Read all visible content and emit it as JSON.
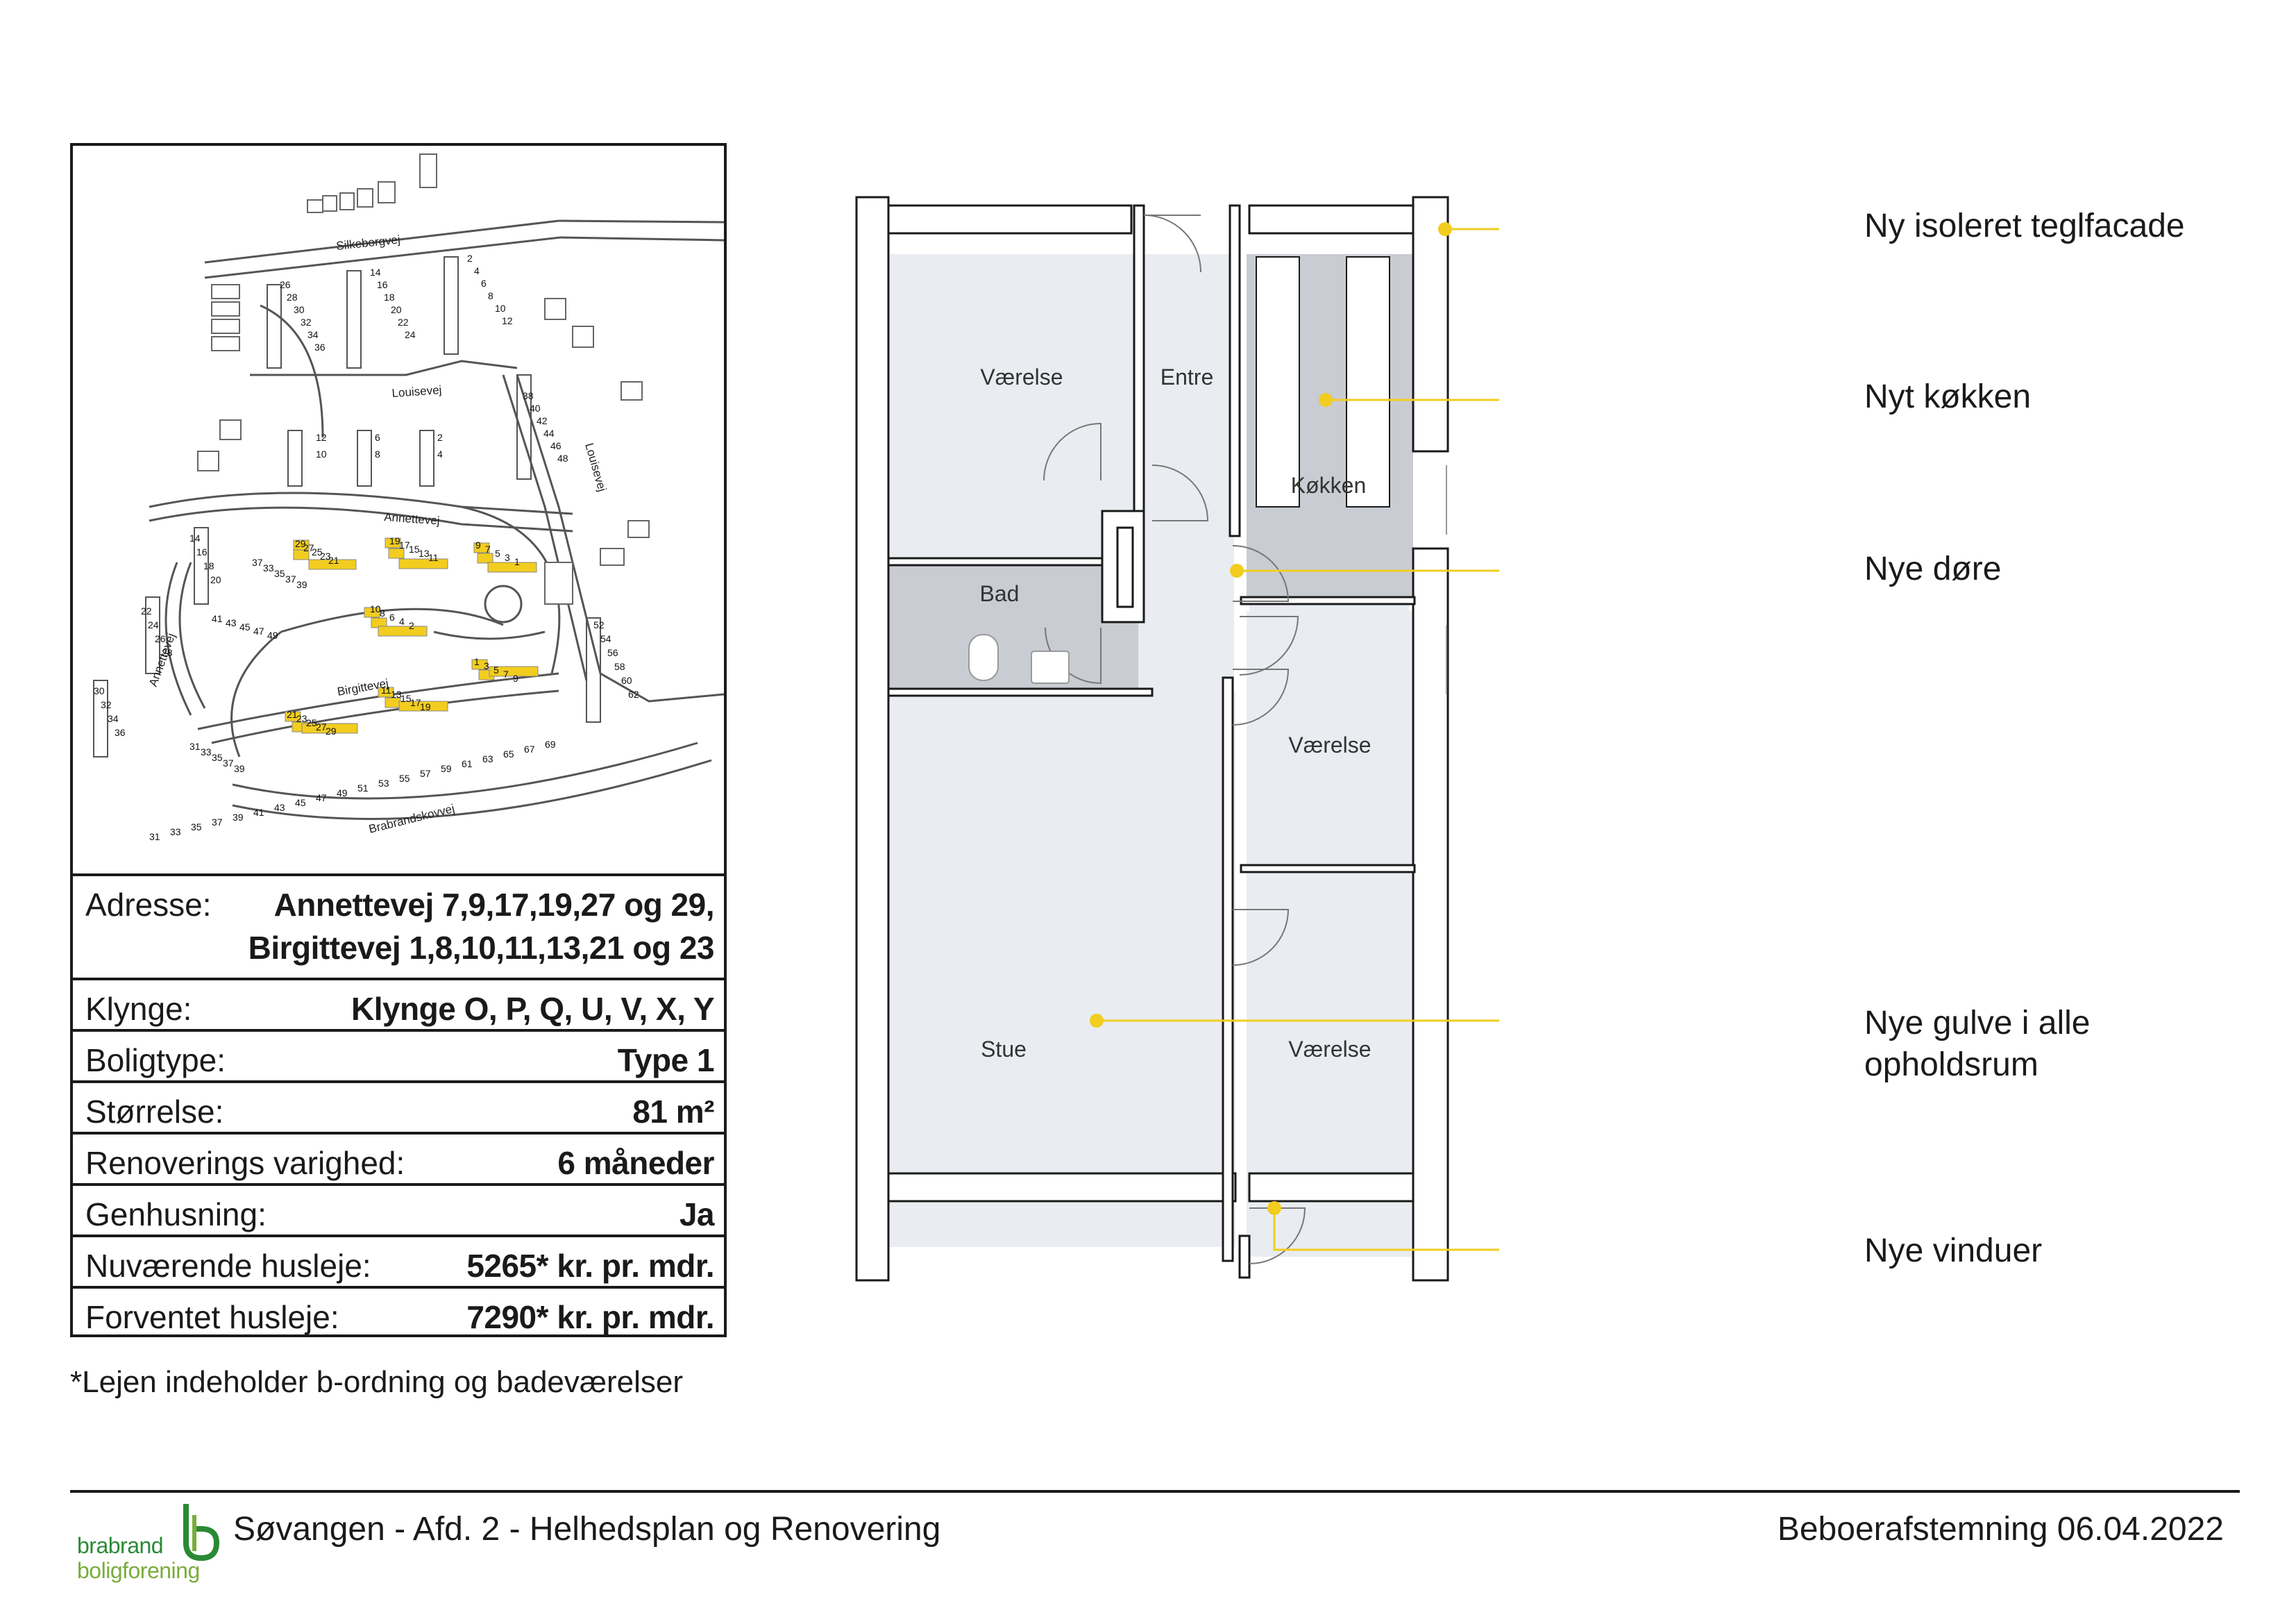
{
  "info": {
    "rows": [
      {
        "label": "Adresse:",
        "value": "Annettevej 7,9,17,19,27 og 29,",
        "value2": "Birgittevej 1,8,10,11,13,21 og 23"
      },
      {
        "label": "Klynge:",
        "value": "Klynge O, P, Q, U, V, X, Y"
      },
      {
        "label": "Boligtype:",
        "value": "Type 1"
      },
      {
        "label": "Størrelse:",
        "value": "81 m²"
      },
      {
        "label": "Renoverings varighed:",
        "value": "6 måneder"
      },
      {
        "label": "Genhusning:",
        "value": "Ja"
      },
      {
        "label": "Nuværende husleje:",
        "value": "5265* kr. pr. mdr."
      },
      {
        "label": "Forventet husleje:",
        "value": "7290* kr. pr. mdr."
      }
    ],
    "footnote": "*Lejen indeholder b-ordning og badeværelser"
  },
  "map": {
    "streets": {
      "silkeborgvej": "Silkeborgvej",
      "louisevej_h": "Louisevej",
      "louisevej_v": "Louisevej",
      "annettevej": "Annettevej",
      "annettevej_v": "Annettevej",
      "birgittevej": "Birgittevej",
      "brabrandskovvej": "Brabrandskovvej"
    },
    "numbers": {
      "c1": [
        "26",
        "28",
        "30",
        "32",
        "34",
        "36"
      ],
      "c2": [
        "14",
        "16",
        "18",
        "20",
        "22",
        "24"
      ],
      "c3": [
        "2",
        "4",
        "6",
        "8",
        "10",
        "12"
      ],
      "c4": [
        "38",
        "40",
        "42",
        "44",
        "46",
        "48"
      ],
      "c5": [
        "12",
        "10"
      ],
      "c6": [
        "6",
        "8"
      ],
      "c7": [
        "2",
        "4"
      ],
      "c8": [
        "14",
        "16",
        "18",
        "20"
      ],
      "c9": [
        "22",
        "24",
        "26",
        "28"
      ],
      "c10": [
        "30",
        "32",
        "34",
        "36"
      ],
      "c11": [
        "52",
        "54",
        "56",
        "58",
        "60",
        "62"
      ],
      "y1": [
        "29",
        "27",
        "25",
        "23",
        "21"
      ],
      "y2": [
        "19",
        "17",
        "15",
        "13",
        "11"
      ],
      "y3": [
        "9",
        "7",
        "5",
        "3",
        "1"
      ],
      "y4": [
        "10",
        "8",
        "6",
        "4",
        "2"
      ],
      "y5": [
        "1",
        "3",
        "5",
        "7",
        "9"
      ],
      "y6": [
        "11",
        "13",
        "15",
        "17",
        "19"
      ],
      "y7": [
        "21",
        "23",
        "25",
        "27",
        "29"
      ],
      "g1": [
        "37",
        "33",
        "35",
        "37",
        "39"
      ],
      "g2": [
        "41",
        "43",
        "45",
        "47",
        "49"
      ],
      "g3": [
        "31",
        "33",
        "35",
        "37",
        "39"
      ],
      "bottom": [
        "31",
        "33",
        "35",
        "37",
        "39",
        "41",
        "43",
        "45",
        "47",
        "49",
        "51",
        "53",
        "55",
        "57",
        "59",
        "61",
        "63",
        "65",
        "67",
        "69"
      ]
    },
    "highlight_color": "#f2cd1f"
  },
  "plan": {
    "rooms": {
      "vaerelse1": "Værelse",
      "entre": "Entre",
      "koekken": "Køkken",
      "bad": "Bad",
      "stue": "Stue",
      "vaerelse2": "Værelse",
      "vaerelse3": "Værelse"
    },
    "callouts": {
      "c1": "Ny isoleret teglfacade",
      "c2": "Nyt køkken",
      "c3": "Nye døre",
      "c4a": "Nye gulve i alle",
      "c4b": "opholdsrum",
      "c5": "Nye vinduer"
    },
    "colors": {
      "accent": "#f2cd1f",
      "room_fill": "#e9edf1",
      "wet_fill": "#c9ccd3"
    }
  },
  "footer": {
    "logo_line1": "brabrand",
    "logo_line2": "boligforening",
    "title": "Søvangen - Afd. 2 - Helhedsplan og Renovering",
    "date": "Beboerafstemning 06.04.2022"
  }
}
